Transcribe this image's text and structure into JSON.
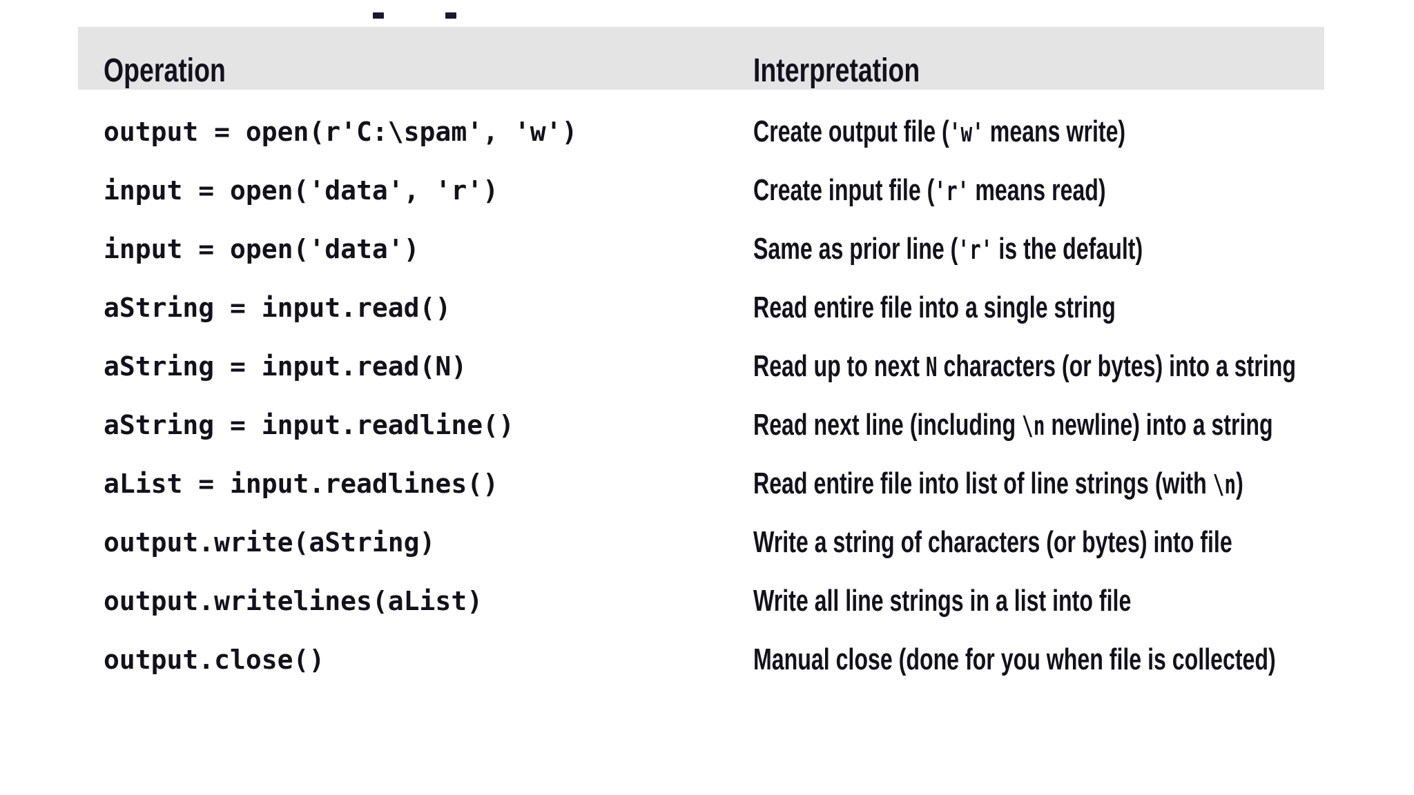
{
  "table": {
    "columns": [
      {
        "label": "Operation"
      },
      {
        "label": "Interpretation"
      }
    ],
    "rows": [
      {
        "operation": "output = open(r'C:\\spam', 'w')",
        "interpretation": [
          {
            "text": "Create output file (",
            "mono": false
          },
          {
            "text": "'w'",
            "mono": true
          },
          {
            "text": " means write)",
            "mono": false
          }
        ]
      },
      {
        "operation": "input = open('data', 'r')",
        "interpretation": [
          {
            "text": "Create input file (",
            "mono": false
          },
          {
            "text": "'r'",
            "mono": true
          },
          {
            "text": " means read)",
            "mono": false
          }
        ]
      },
      {
        "operation": "input = open('data')",
        "interpretation": [
          {
            "text": "Same as prior line (",
            "mono": false
          },
          {
            "text": "'r'",
            "mono": true
          },
          {
            "text": " is the default)",
            "mono": false
          }
        ]
      },
      {
        "operation": "aString = input.read()",
        "interpretation": [
          {
            "text": "Read entire file into a single string",
            "mono": false
          }
        ]
      },
      {
        "operation": "aString = input.read(N)",
        "interpretation": [
          {
            "text": "Read up to next ",
            "mono": false
          },
          {
            "text": "N",
            "mono": true
          },
          {
            "text": " characters (or bytes) into a string",
            "mono": false
          }
        ]
      },
      {
        "operation": "aString = input.readline()",
        "interpretation": [
          {
            "text": "Read next line (including ",
            "mono": false
          },
          {
            "text": "\\n",
            "mono": true
          },
          {
            "text": " newline) into a string",
            "mono": false
          }
        ]
      },
      {
        "operation": "aList = input.readlines()",
        "interpretation": [
          {
            "text": "Read entire file into list of line strings (with ",
            "mono": false
          },
          {
            "text": "\\n",
            "mono": true
          },
          {
            "text": ")",
            "mono": false
          }
        ]
      },
      {
        "operation": "output.write(aString)",
        "interpretation": [
          {
            "text": "Write a string of characters (or bytes) into file",
            "mono": false
          }
        ]
      },
      {
        "operation": "output.writelines(aList)",
        "interpretation": [
          {
            "text": "Write all line strings in a list into file",
            "mono": false
          }
        ]
      },
      {
        "operation": "output.close()",
        "interpretation": [
          {
            "text": "Manual close (done for you when file is collected)",
            "mono": false
          }
        ]
      }
    ]
  },
  "colors": {
    "header_band": "#e4e4e4",
    "text": "#13111c",
    "background": "#ffffff"
  }
}
